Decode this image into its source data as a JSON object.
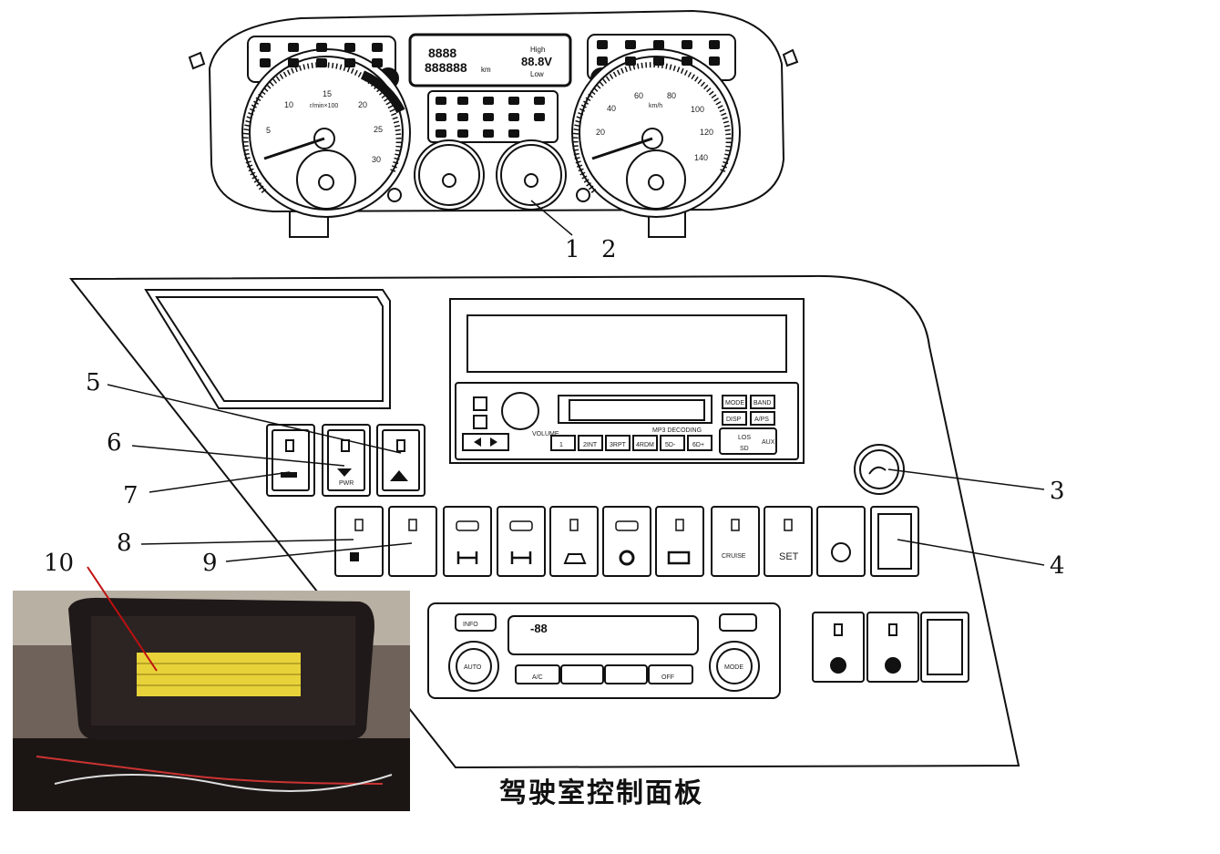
{
  "caption": "驾驶室控制面板",
  "callouts": {
    "c1": "1",
    "c2": "2",
    "c3": "3",
    "c4": "4",
    "c5": "5",
    "c6": "6",
    "c7": "7",
    "c8": "8",
    "c9": "9",
    "c10": "10"
  },
  "cluster": {
    "lcd_line1": "8888",
    "lcd_line2": "888888",
    "lcd_unit_km": "km",
    "lcd_voltage": "88.8V",
    "lcd_high": "High",
    "lcd_low": "Low",
    "tach_ticks": [
      "5",
      "10",
      "15",
      "20",
      "25",
      "30"
    ],
    "tach_unit": "r/min×100",
    "speedo_ticks": [
      "20",
      "40",
      "60",
      "80",
      "100",
      "120",
      "140"
    ],
    "speedo_unit": "km/h"
  },
  "radio": {
    "volume_label": "VOLUME",
    "brand_label": "MP3 DECODING",
    "buttons_right": [
      "MODE",
      "BAND",
      "DISP",
      "A/PS"
    ],
    "presets": [
      "1",
      "2INT",
      "3RPT",
      "4RDM",
      "5D-",
      "6D+"
    ],
    "los_label": "LOS",
    "aux_label": "AUX",
    "sd_label": "SD"
  },
  "switches": {
    "cruise_label": "CRUISE",
    "set_label": "SET",
    "pwr_label": "PWR"
  },
  "climate": {
    "display": "-88",
    "auto_label": "AUTO",
    "mode_label": "MODE",
    "ac_label": "A/C",
    "off_label": "OFF",
    "info_label": "INFO"
  },
  "colors": {
    "line": "#111111",
    "panel_fill": "#ffffff",
    "fuse_label": "#e8d23a",
    "photo_bg": "#2a2220",
    "callout_red": "#c01010"
  }
}
